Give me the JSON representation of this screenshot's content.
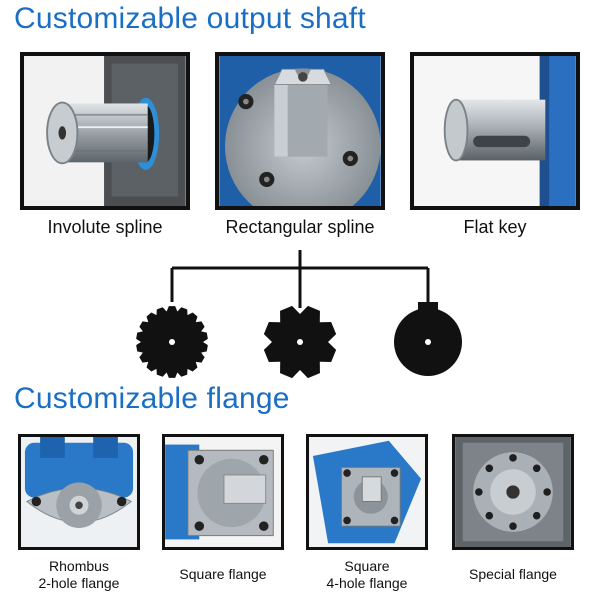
{
  "shaft_section": {
    "title": "Customizable output shaft",
    "items": [
      {
        "caption": "Involute spline"
      },
      {
        "caption": "Rectangular spline"
      },
      {
        "caption": "Flat key"
      }
    ]
  },
  "flange_section": {
    "title": "Customizable flange",
    "items": [
      {
        "caption_lines": [
          "Rhombus",
          "2-hole flange"
        ]
      },
      {
        "caption_lines": [
          "Square flange"
        ]
      },
      {
        "caption_lines": [
          "Square",
          "4-hole flange"
        ]
      },
      {
        "caption_lines": [
          "Special flange"
        ]
      }
    ]
  },
  "colors": {
    "heading": "#1a6fc4",
    "motor_blue": "#2a78c8",
    "frame": "#111111"
  },
  "icons": [
    "involute-spline-icon",
    "rectangular-spline-icon",
    "flat-key-icon"
  ]
}
